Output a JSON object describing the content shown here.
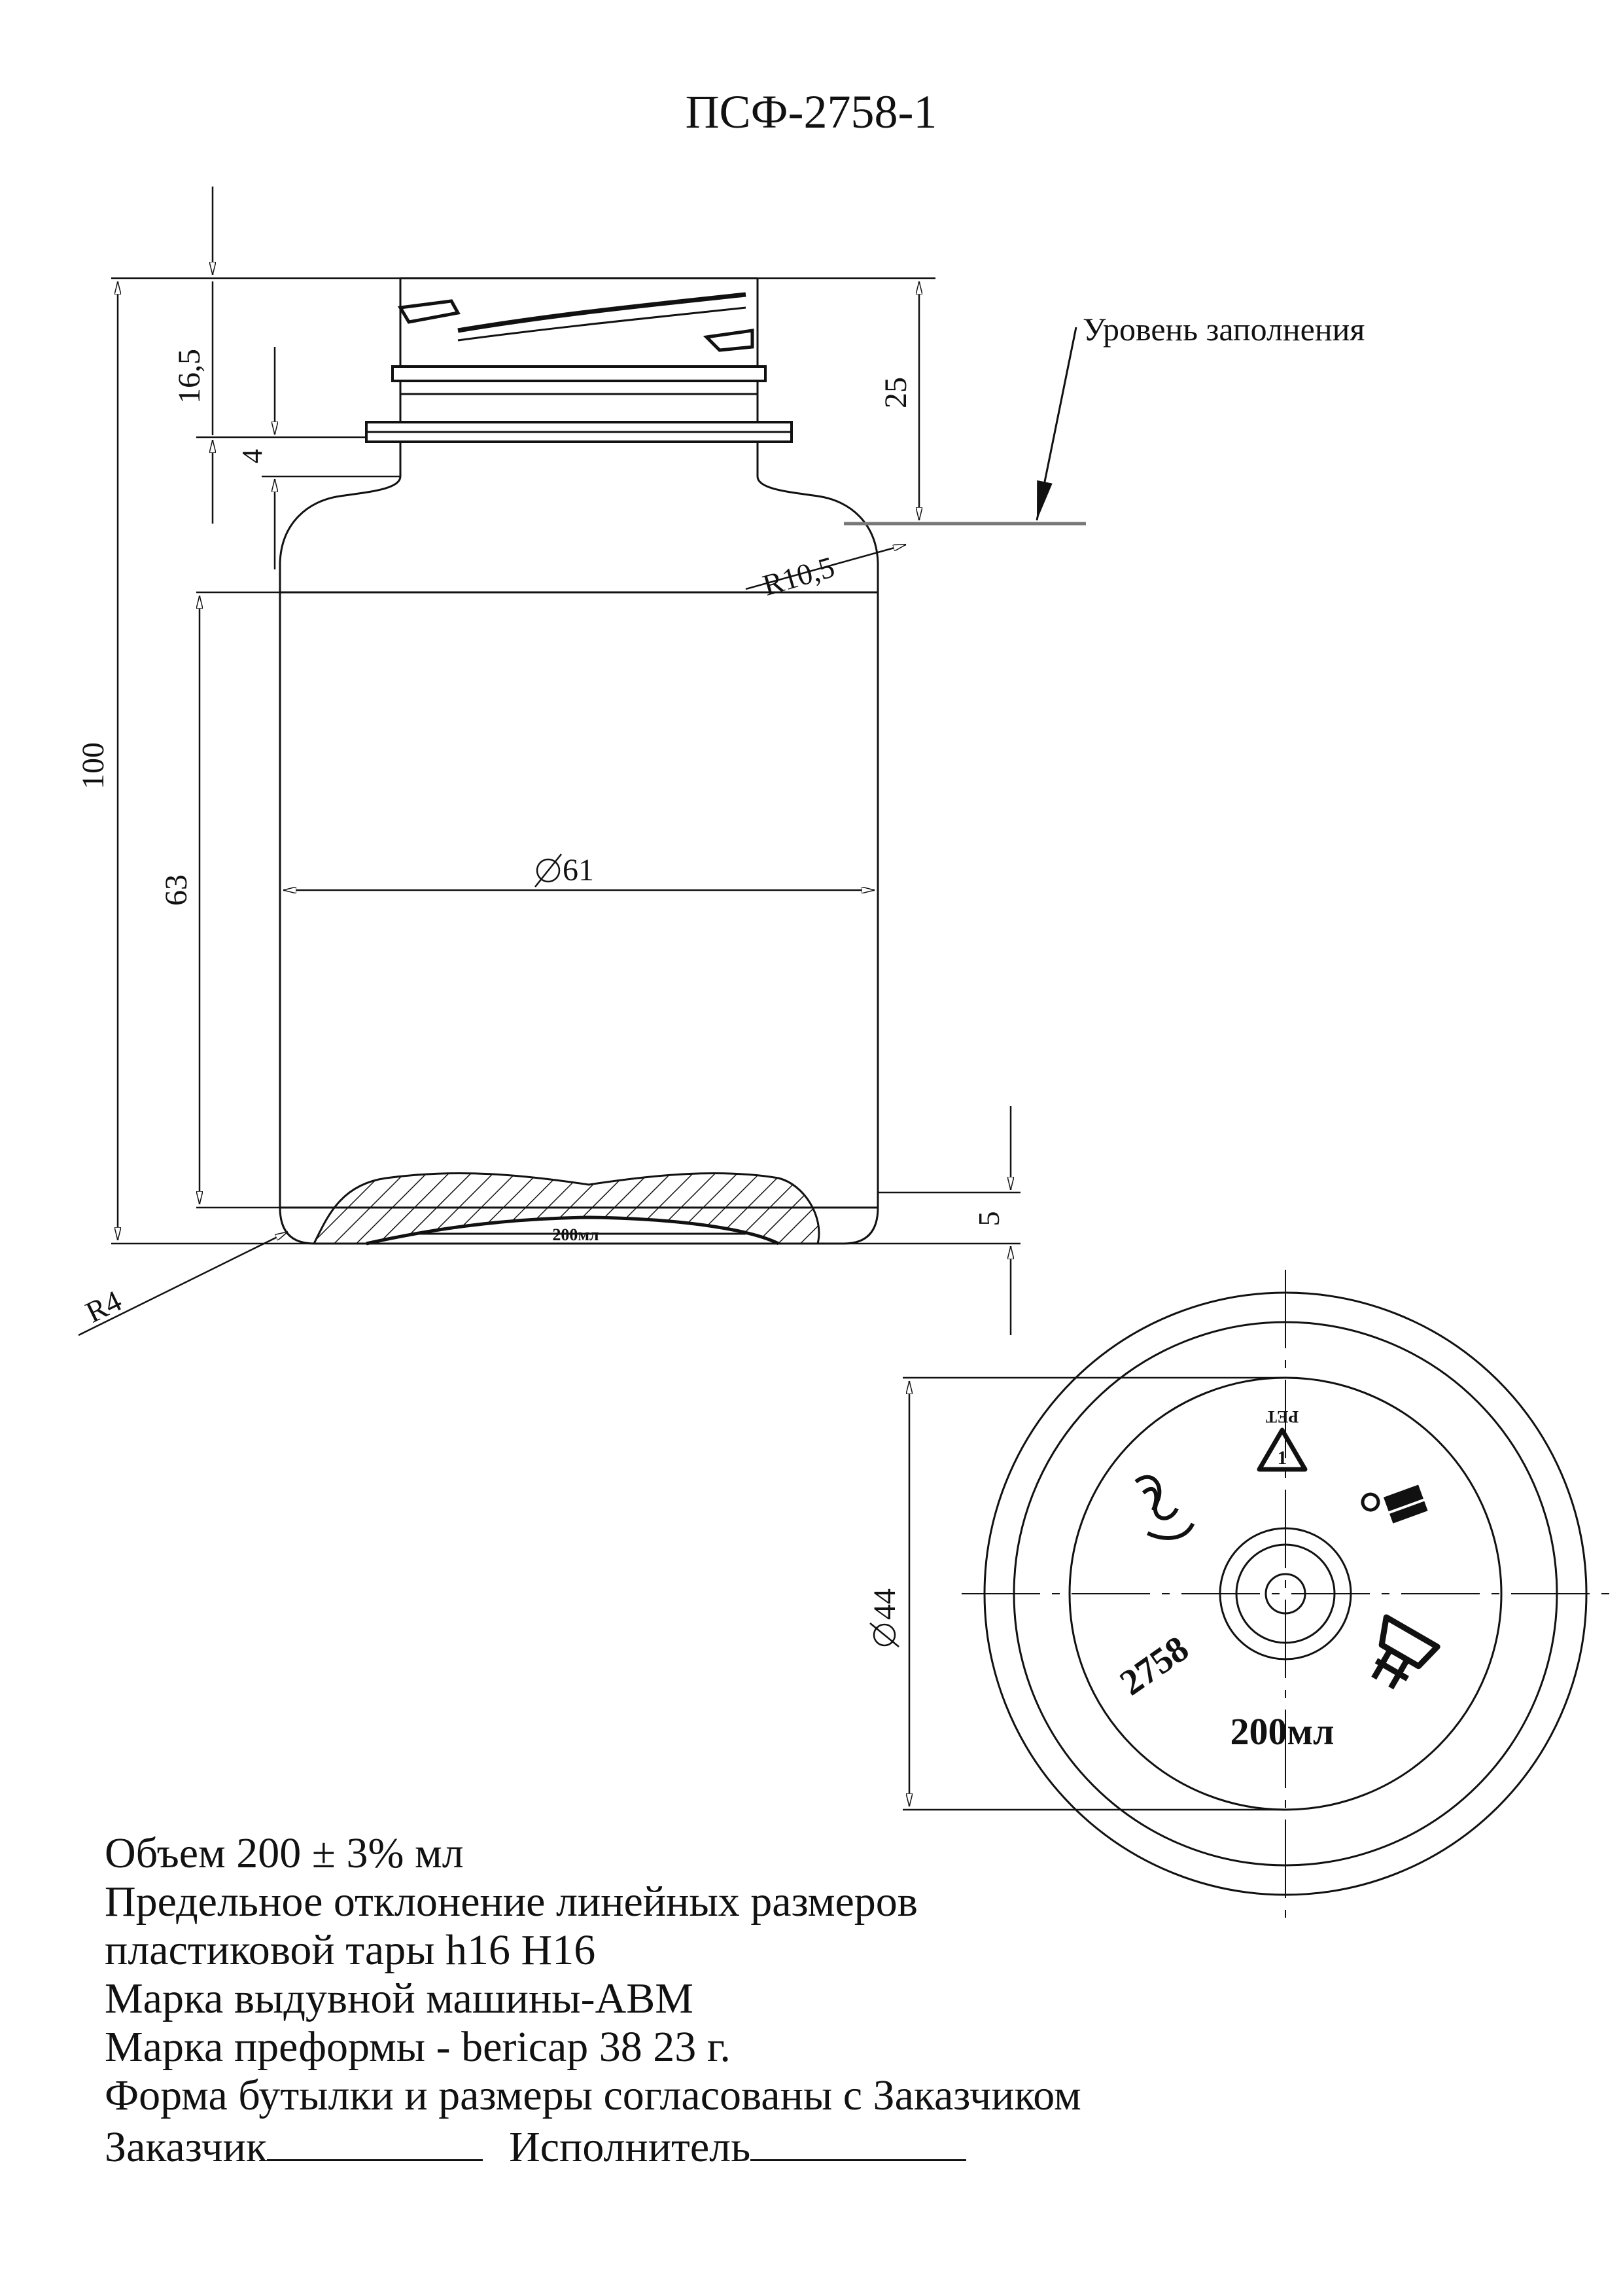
{
  "drawing": {
    "title": "ПСФ-2758-1",
    "fill_level_label": "Уровень заполнения",
    "dimensions": {
      "height_total": "100",
      "neck_height": "16,5",
      "collar": "4",
      "finish_height": "25",
      "shoulder_radius": "R10,5",
      "body_height": "63",
      "body_diameter": "61",
      "base_height": "5",
      "heel_radius": "R4",
      "base_diameter": "44"
    },
    "bottom_marks": {
      "mold_number": "2758",
      "volume_mark": "200мл",
      "material": "PET"
    }
  },
  "notes": {
    "volume": "Объем 200  ± 3% мл",
    "tolerance_line1": "Предельное отклонение линейных размеров",
    "tolerance_line2": "пластиковой тары h16 H16",
    "machine": "Марка выдувной машины-АВМ",
    "preform": "Марка преформы - bericap  38 23 г.",
    "approval": "Форма бутылки и размеры согласованы с Заказчиком",
    "customer_label": "Заказчик",
    "contractor_label": "Исполнитель"
  }
}
